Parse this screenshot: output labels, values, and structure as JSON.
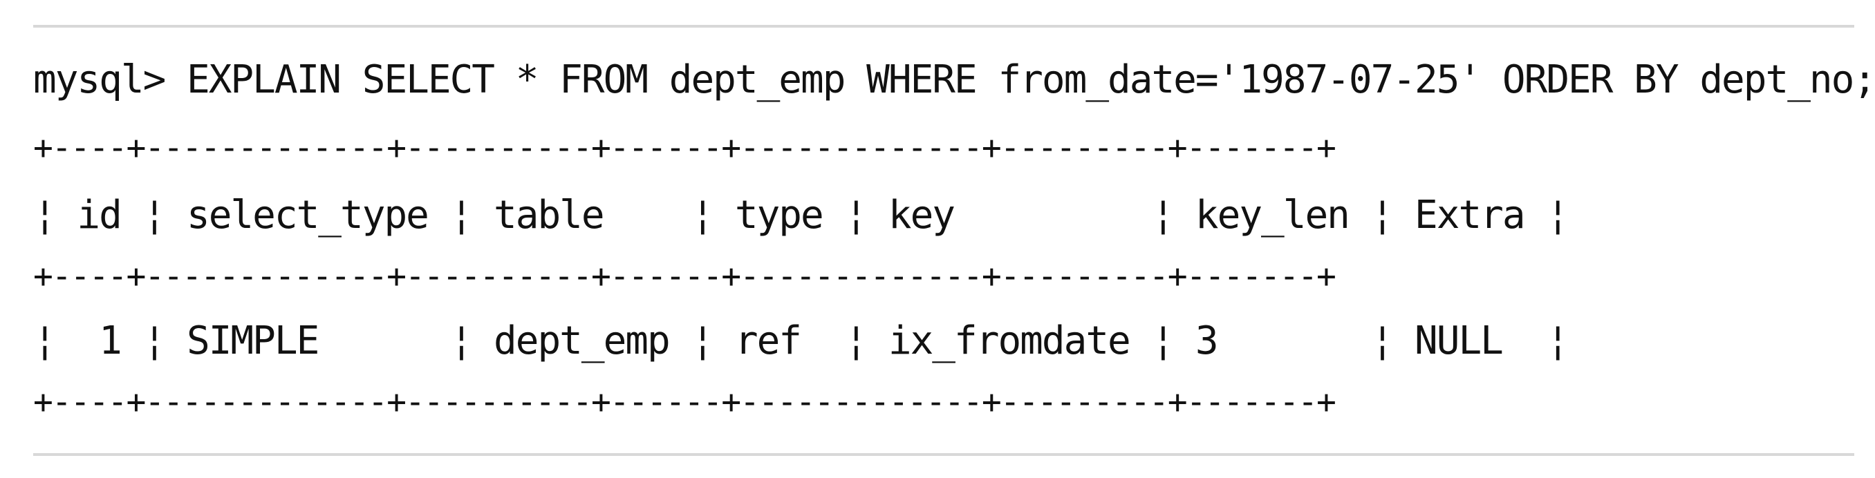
{
  "terminal": {
    "lines": [
      "mysql> EXPLAIN SELECT * FROM dept_emp WHERE from_date='1987-07-25' ORDER BY dept_no;",
      "+----+-------------+----------+------+-------------+---------+-------+",
      "¦ id ¦ select_type ¦ table    ¦ type ¦ key         ¦ key_len ¦ Extra ¦",
      "+----+-------------+----------+------+-------------+---------+-------+",
      "¦  1 ¦ SIMPLE      ¦ dept_emp ¦ ref  ¦ ix_fromdate ¦ 3       ¦ NULL  ¦",
      "+----+-------------+----------+------+-------------+---------+-------+"
    ]
  }
}
